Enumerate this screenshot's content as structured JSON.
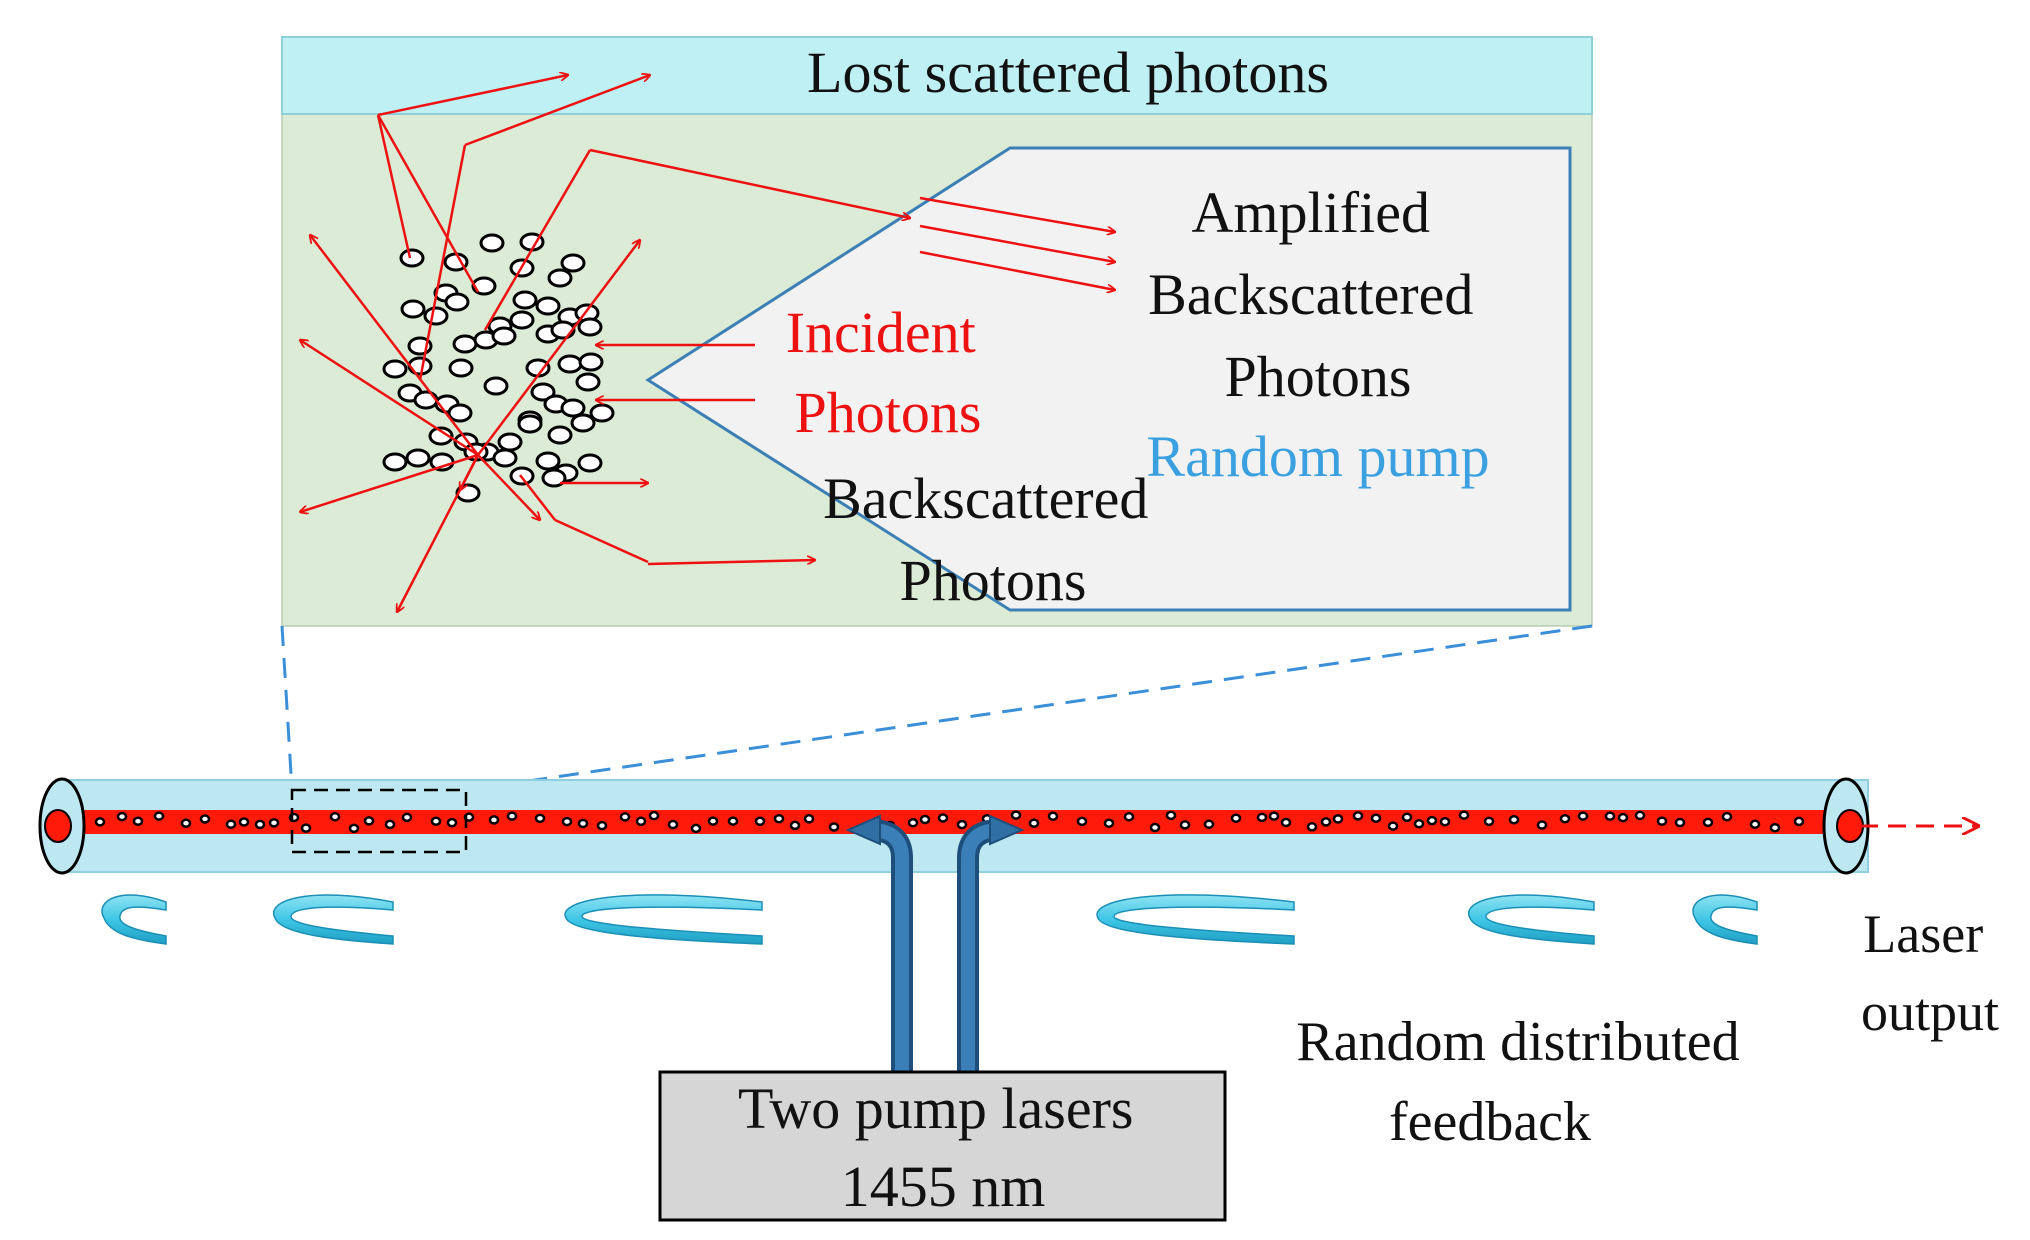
{
  "inset": {
    "header": "Lost scattered photons",
    "incident": [
      "Incident",
      "Photons"
    ],
    "amplified": [
      "Amplified",
      "Backscattered",
      "Photons"
    ],
    "random_pump": "Random pump",
    "backscattered": [
      "Backscattered",
      "Photons"
    ]
  },
  "fiber": {
    "laser_output": [
      "Laser",
      "output"
    ],
    "feedback": [
      "Random distributed",
      "feedback"
    ]
  },
  "pump_box": [
    "Two pump lasers",
    "1455 nm"
  ],
  "colors": {
    "inset_header": "#bff0f4",
    "inset_body": "#dcebd6",
    "pump_zone": "#f2f2f2",
    "pump_zone_border": "#3c7fb5",
    "fiber_cladding": "#bde8f2",
    "fiber_core": "#ff1a0a",
    "photon_arrow": "#ee1111",
    "feedback_ribbon": "#3fc6e6",
    "pump_arrow": "#2f6fa3",
    "pump_box": "#d6d6d6",
    "zoom_line": "#3a8fd8",
    "random_pump_text": "#3aa0e0"
  }
}
